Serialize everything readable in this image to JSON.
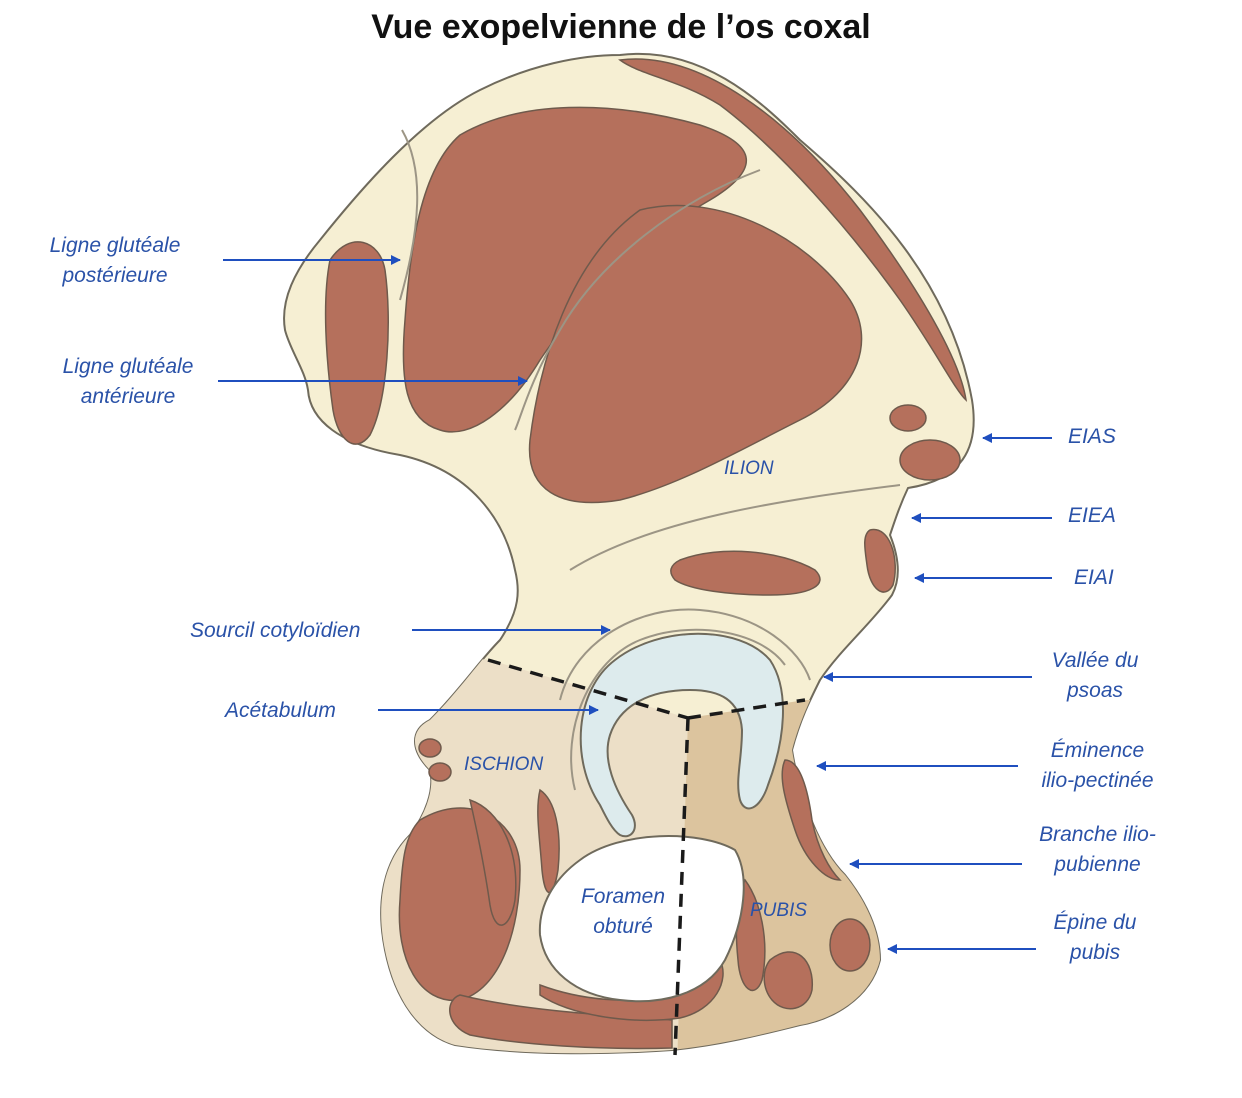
{
  "title": "Vue exopelvienne de l’os coxal",
  "colors": {
    "bone": "#f6efd3",
    "ischium_zone": "#ecdfc7",
    "pubis_zone": "#dcc49e",
    "muscle": "#b5705c",
    "acetabulum": "#ddebed",
    "label": "#2a52a8",
    "arrow": "#1f4fbf"
  },
  "labels": {
    "ligne_post": [
      "Ligne glutéale",
      "postérieure"
    ],
    "ligne_ant": [
      "Ligne glutéale",
      "antérieure"
    ],
    "sourcil": "Sourcil cotyloïdien",
    "acetabulum": "Acétabulum",
    "eias": "EIAS",
    "eiea": "EIEA",
    "eiai": "EIAI",
    "vallee": [
      "Vallée du",
      "psoas"
    ],
    "eminence": [
      "Éminence",
      "ilio-pectinée"
    ],
    "branche": [
      "Branche ilio-",
      "pubienne"
    ],
    "epine": [
      "Épine du",
      "pubis"
    ]
  },
  "regions": {
    "ilion": "ILION",
    "ischion": "ISCHION",
    "pubis": "PUBIS",
    "foramen": [
      "Foramen",
      "obturé"
    ]
  }
}
